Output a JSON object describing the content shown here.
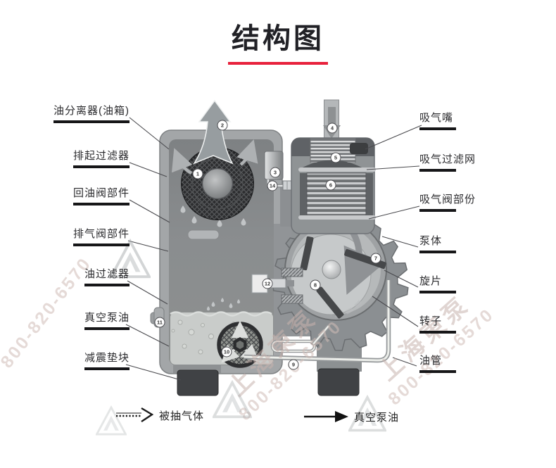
{
  "title": {
    "text": "结构图"
  },
  "labels": {
    "left": [
      "油分离器(油箱)",
      "排起过滤器",
      "回油阀部件",
      "排气阀部件",
      "油过滤器",
      "真空泵油",
      "减震垫块"
    ],
    "right": [
      "吸气嘴",
      "吸气过滤网",
      "吸气阀部份",
      "泵体",
      "旋片",
      "转子",
      "油管"
    ]
  },
  "diagram": {
    "callouts": [
      "1",
      "2",
      "3",
      "4",
      "5",
      "6",
      "7",
      "8",
      "9",
      "10",
      "11",
      "12",
      "14"
    ]
  },
  "legend": {
    "items": [
      {
        "label": "被抽气体",
        "arrow_style": "dashed"
      },
      {
        "label": "真空泵油",
        "arrow_style": "solid"
      }
    ]
  },
  "watermark": {
    "company": "上海東泵",
    "phone": "800-820-6570"
  },
  "colors": {
    "accent_red": "#e8213c",
    "machine_gray": "#8f9294",
    "dark_part": "#3f4143"
  }
}
